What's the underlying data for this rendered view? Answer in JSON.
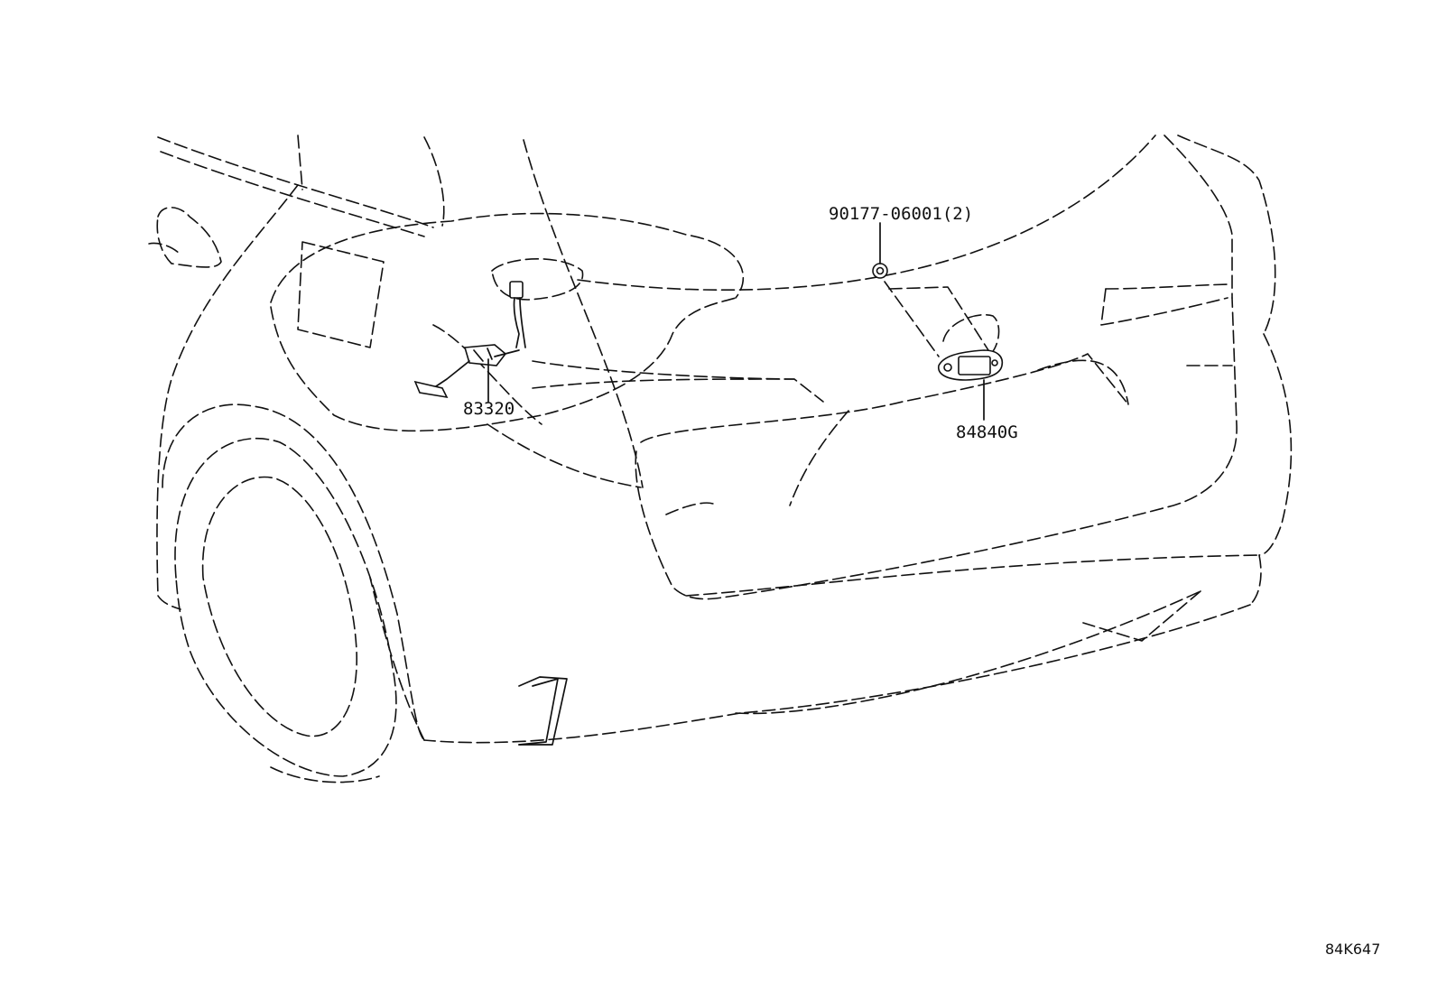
{
  "callouts": {
    "fuel_lid_opener": "83320",
    "hatch_switch": "84840G",
    "fastener": "90177-06001(2)"
  },
  "illustration_code": "84K647"
}
